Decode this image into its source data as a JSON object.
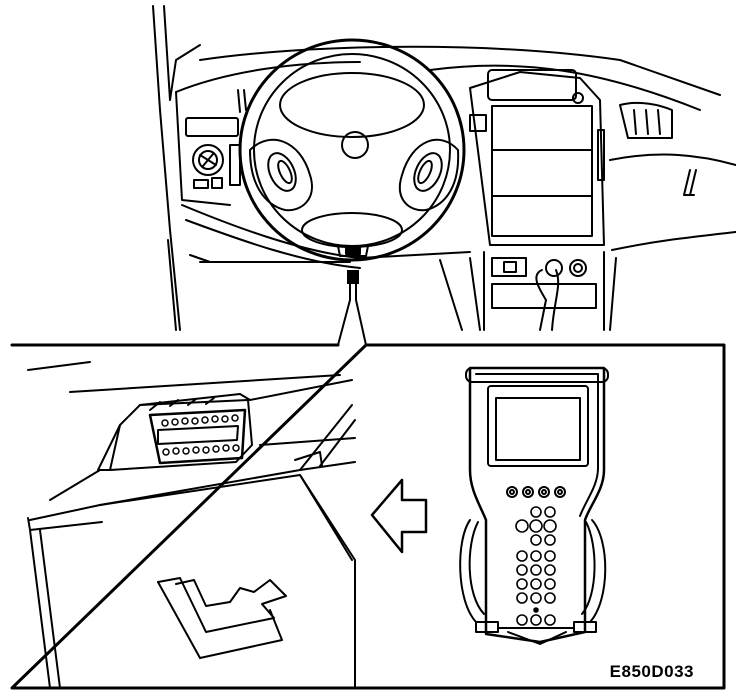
{
  "figure": {
    "reference_code": "E850D033",
    "stroke_color": "#000000",
    "background_color": "#ffffff"
  },
  "callout": {
    "arrow_direction": "left"
  },
  "icons": {
    "overview": "car-dashboard-illustration",
    "inset": "diagnostic-connector-location-detail",
    "tool": "handheld-diagnostic-scan-tool"
  }
}
